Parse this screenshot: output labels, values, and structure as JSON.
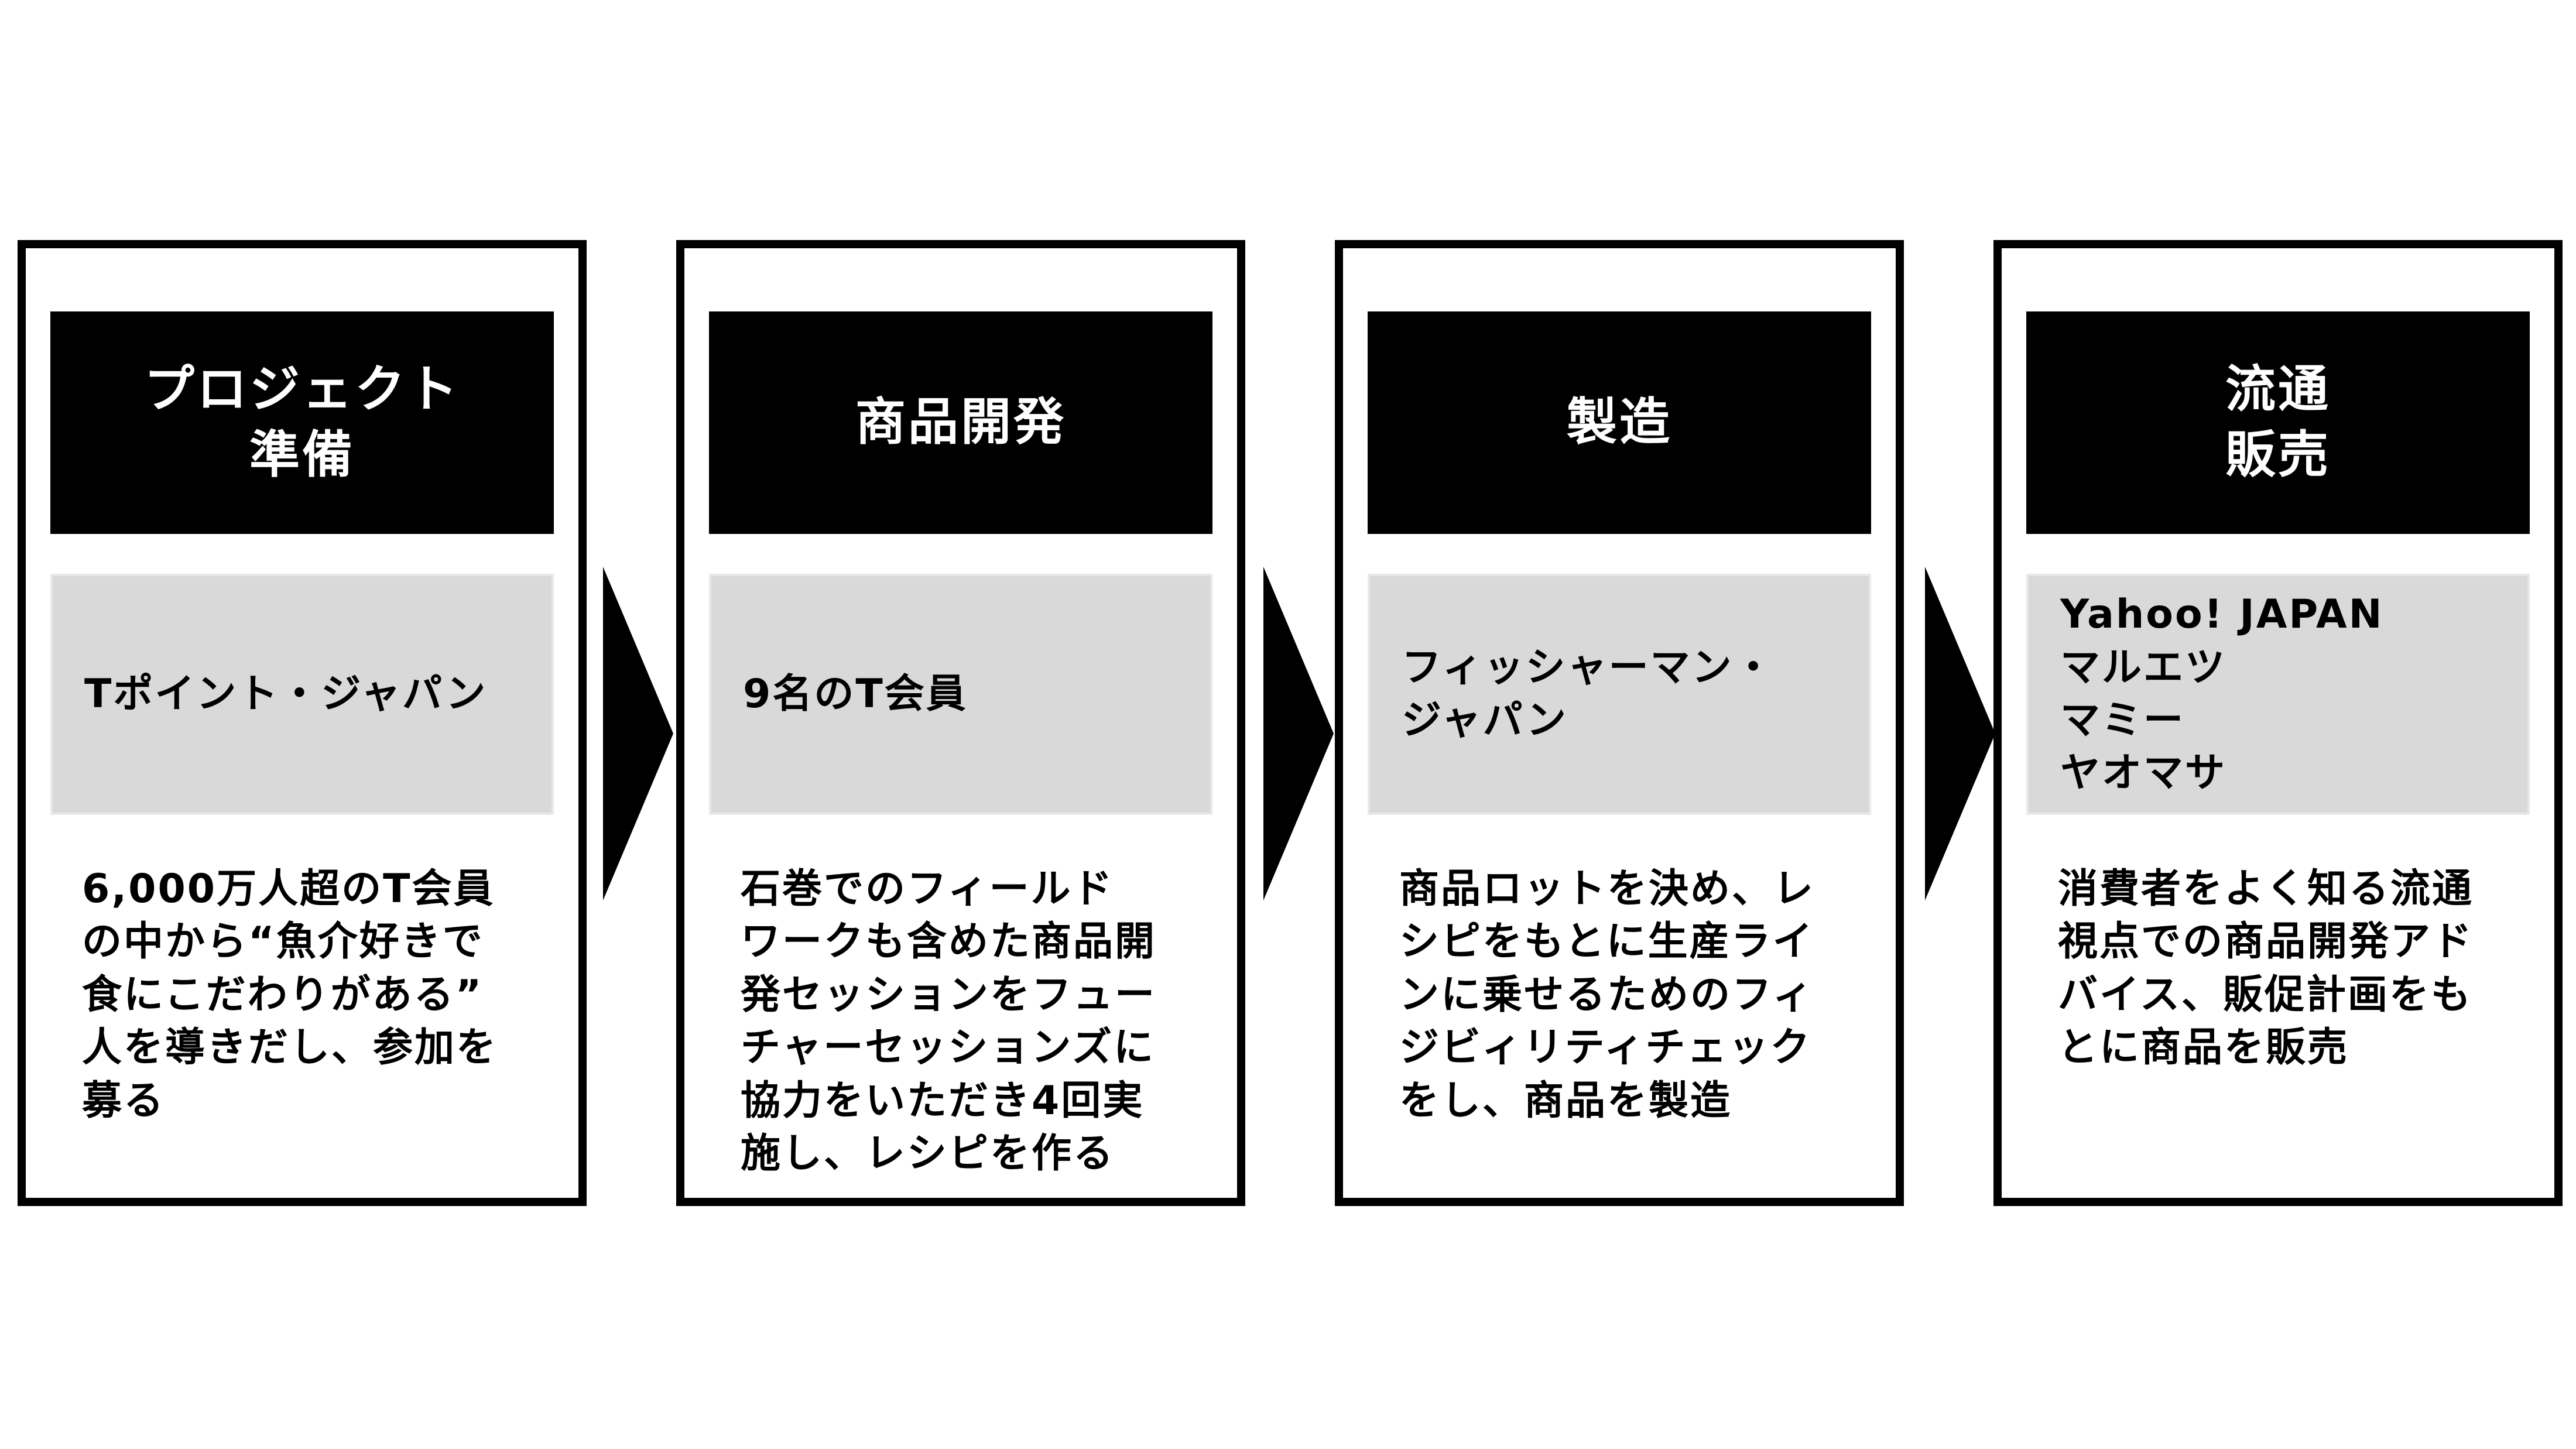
{
  "stages": [
    {
      "title_lines": [
        "プロジェクト",
        "準備"
      ],
      "actor_lines": [
        "Tポイント・ジャパン"
      ],
      "desc_lines": [
        "6,000万人超のT会員",
        "の中から“魚介好きで",
        "食にこだわりがある”",
        "人を導きだし、参加を",
        "募る"
      ]
    },
    {
      "title_lines": [
        "商品開発"
      ],
      "actor_lines": [
        "9名のT会員"
      ],
      "desc_lines": [
        "石巻でのフィールド",
        "ワークも含めた商品開",
        "発セッションをフュー",
        "チャーセッションズに",
        "協力をいただき4回実",
        "施し、レシピを作る"
      ]
    },
    {
      "title_lines": [
        "製造"
      ],
      "actor_lines": [
        "フィッシャーマン・",
        "ジャパン"
      ],
      "desc_lines": [
        "商品ロットを決め、レ",
        "シピをもとに生産ライ",
        "ンに乗せるためのフィ",
        "ジビィリティチェック",
        "をし、商品を製造"
      ]
    },
    {
      "title_lines": [
        "流通",
        "販売"
      ],
      "actor_lines": [
        "Yahoo! JAPAN",
        "マルエツ",
        "マミー",
        "ヤオマサ"
      ],
      "desc_lines": [
        "消費者をよく知る流通",
        "視点での商品開発アド",
        "バイス、販促計画をも",
        "とに商品を販売"
      ]
    }
  ],
  "colors": {
    "header_bg": "#000000",
    "header_text": "#ffffff",
    "actor_bg": "#d9d9d9",
    "border": "#000000",
    "arrow": "#000000"
  },
  "icons": [
    "flow-arrow-icon"
  ]
}
